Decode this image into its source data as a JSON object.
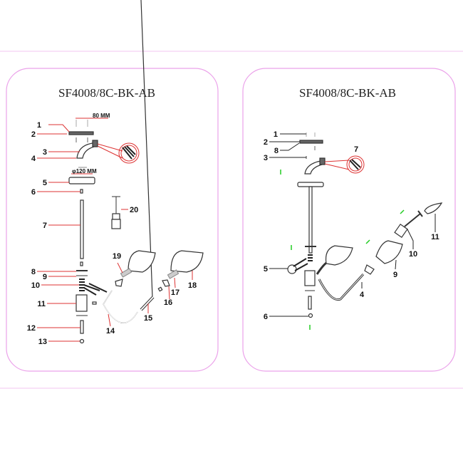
{
  "left_panel": {
    "title": "SF4008/8C-BK-AB",
    "dimensions": {
      "mount_spacing": "80 MM",
      "canopy_diameter": "φ120 MM"
    },
    "labels": [
      "1",
      "2",
      "3",
      "4",
      "5",
      "6",
      "7",
      "8",
      "9",
      "10",
      "11",
      "12",
      "13",
      "14",
      "15",
      "16",
      "17",
      "18",
      "19",
      "20"
    ]
  },
  "right_panel": {
    "title": "SF4008/8C-BK-AB",
    "labels": [
      "1",
      "2",
      "8",
      "3",
      "7",
      "5",
      "6",
      "4",
      "9",
      "10",
      "11"
    ]
  },
  "colors": {
    "panel_border": "#eba2ea",
    "leader_line": "#dd3333",
    "marker": "#22cc22"
  }
}
